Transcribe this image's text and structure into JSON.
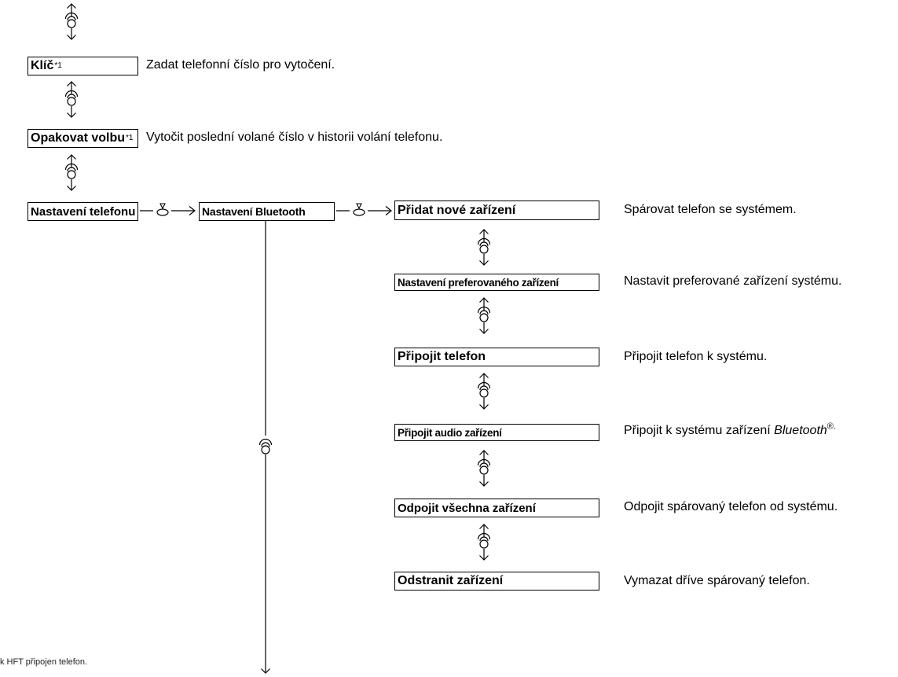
{
  "note_marker": "*1",
  "left_column": {
    "key": {
      "label": "Klíč",
      "description": "Zadat telefonní číslo pro vytočení."
    },
    "redial": {
      "label": "Opakovat volbu",
      "description": "Vytočit poslední volané číslo v historii volání telefonu."
    },
    "phone_settings": {
      "label": "Nastavení telefonu"
    }
  },
  "bluetooth_settings": {
    "label": "Nastavení Bluetooth"
  },
  "bluetooth_menu": [
    {
      "label": "Přidat nové zařízení",
      "description": "Spárovat telefon se systémem."
    },
    {
      "label": "Nastavení preferovaného zařízení",
      "description": "Nastavit preferované zařízení systému."
    },
    {
      "label": "Připojit telefon",
      "description": "Připojit telefon k systému."
    },
    {
      "label": "Připojit audio zařízení",
      "description_prefix": "Připojit k systému zařízení ",
      "description_italic": "Bluetooth",
      "description_suffix": "®."
    },
    {
      "label": "Odpojit všechna zařízení",
      "description": "Odpojit spárovaný telefon od systému."
    },
    {
      "label": "Odstranit zařízení",
      "description": "Vymazat dříve spárovaný telefon."
    }
  ],
  "footnote": "k HFT připojen telefon.",
  "icons": {
    "rotate": "rotate-knob-icon",
    "press": "press-knob-icon",
    "arrow_up": "arrow-up-icon",
    "arrow_down": "arrow-down-icon",
    "arrow_right": "arrow-right-icon"
  }
}
